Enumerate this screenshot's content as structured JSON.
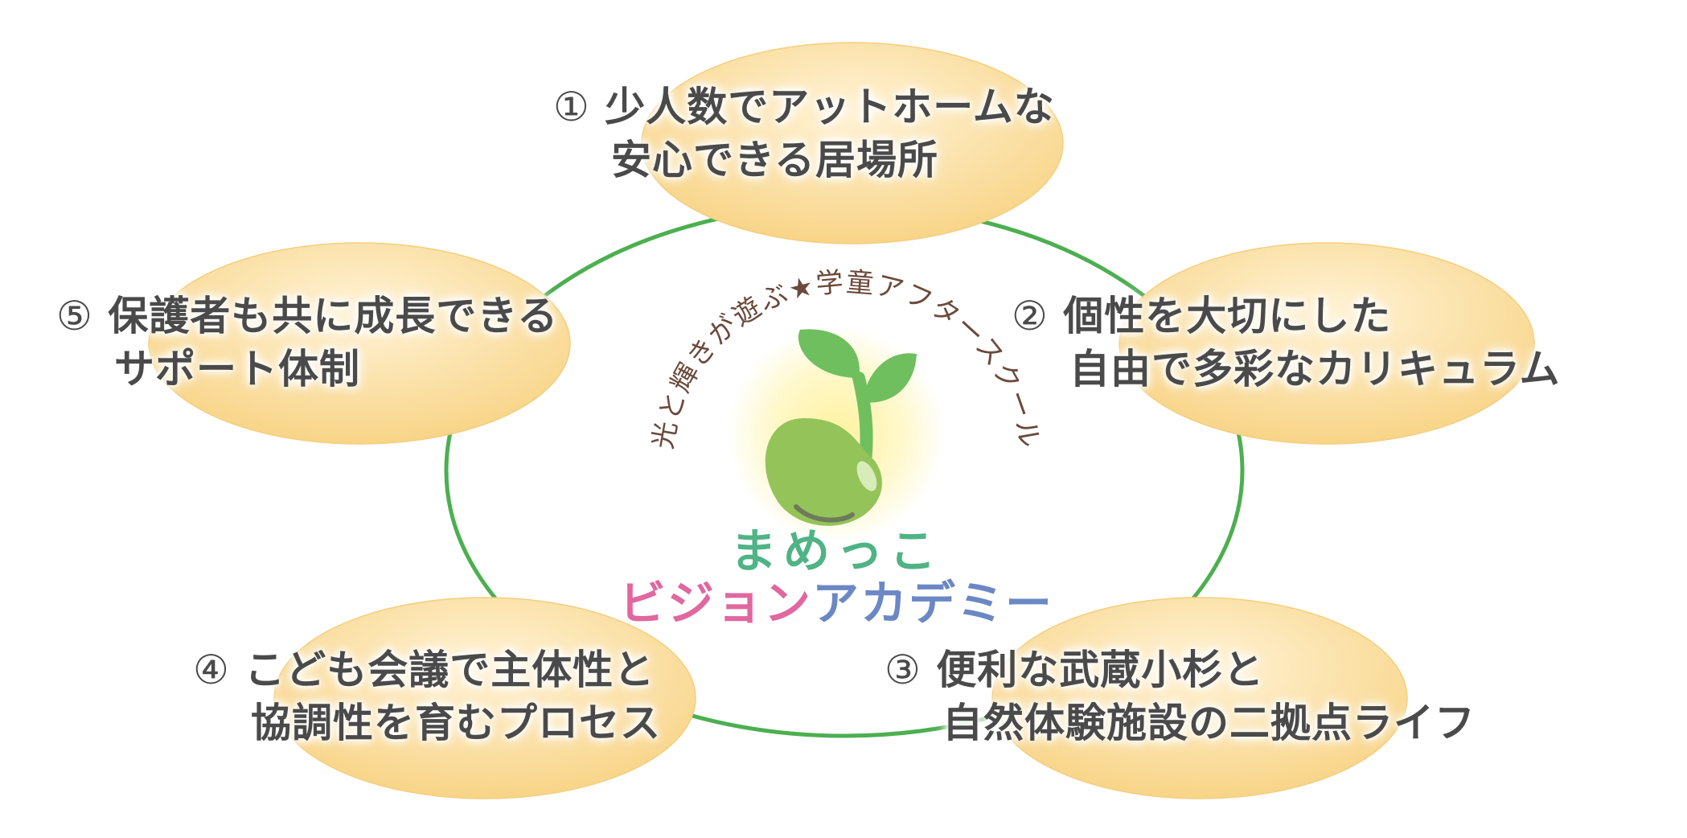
{
  "colors": {
    "ring": "#4caf50",
    "ellipse_fill": "#f8d487",
    "ellipse_highlight": "#fff3d6",
    "text": "#4a4a4a",
    "logo_arc_text": "#6b4a3c",
    "logo_title_green": "#4fb385",
    "logo_title_pink": "#e0679f",
    "logo_title_blue": "#6b88c4",
    "sprout_leaf": "#6fbf5f",
    "bean": "#94c35a",
    "glow": "#fff2a0",
    "star": "#f7d23b"
  },
  "features": [
    {
      "number": "①",
      "line1": "少人数でアットホームな",
      "line2": "安心できる居場所"
    },
    {
      "number": "②",
      "line1": "個性を大切にした",
      "line2": "自由で多彩なカリキュラム"
    },
    {
      "number": "③",
      "line1": "便利な武蔵小杉と",
      "line2": "自然体験施設の二拠点ライフ"
    },
    {
      "number": "④",
      "line1": "こども会議で主体性と",
      "line2": "協調性を育むプロセス"
    },
    {
      "number": "⑤",
      "line1": "保護者も共に成長できる",
      "line2": "サポート体制"
    }
  ],
  "logo": {
    "tagline": "光と輝きが遊ぶ★学童アフタースクール",
    "title_line1": "まめっこ",
    "title_line2_a": "ビジョン",
    "title_line2_b": "アカデミー",
    "icon": "sprout-bean-icon"
  }
}
